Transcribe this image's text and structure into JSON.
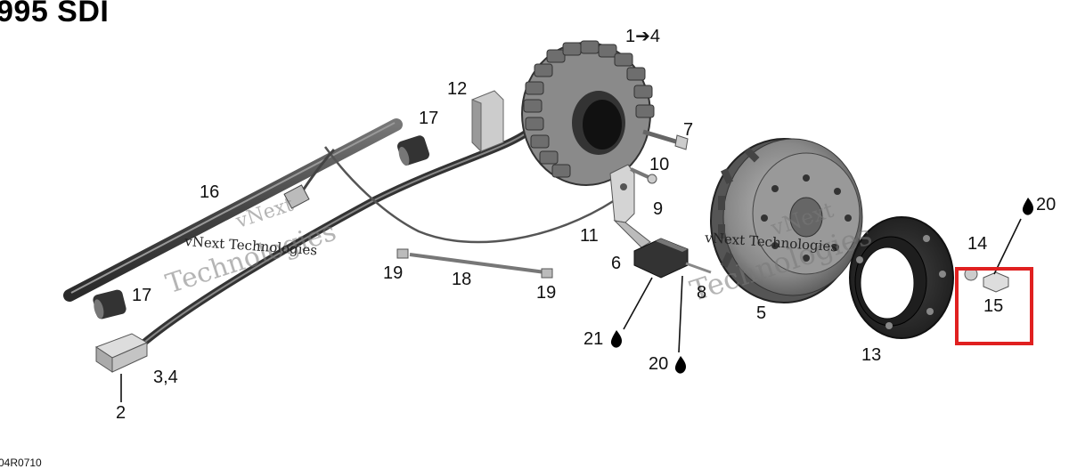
{
  "title": "995 SDI",
  "drawing_code": "04R0710",
  "watermark": {
    "line1": "vNext",
    "line2": "Technologies",
    "inline": "vNext Technologies"
  },
  "labels": {
    "l1to4": "1➔4",
    "l12": "12",
    "l17a": "17",
    "l7": "7",
    "l10": "10",
    "l16": "16",
    "l9": "9",
    "l11": "11",
    "l20a": "20",
    "l14": "14",
    "l6": "6",
    "l19a": "19",
    "l18": "18",
    "l19b": "19",
    "l17b": "17",
    "l8": "8",
    "l15": "15",
    "l5": "5",
    "l21": "21",
    "l20b": "20",
    "l13": "13",
    "l34": "3,4",
    "l2": "2"
  },
  "highlight_color": "#e02020"
}
